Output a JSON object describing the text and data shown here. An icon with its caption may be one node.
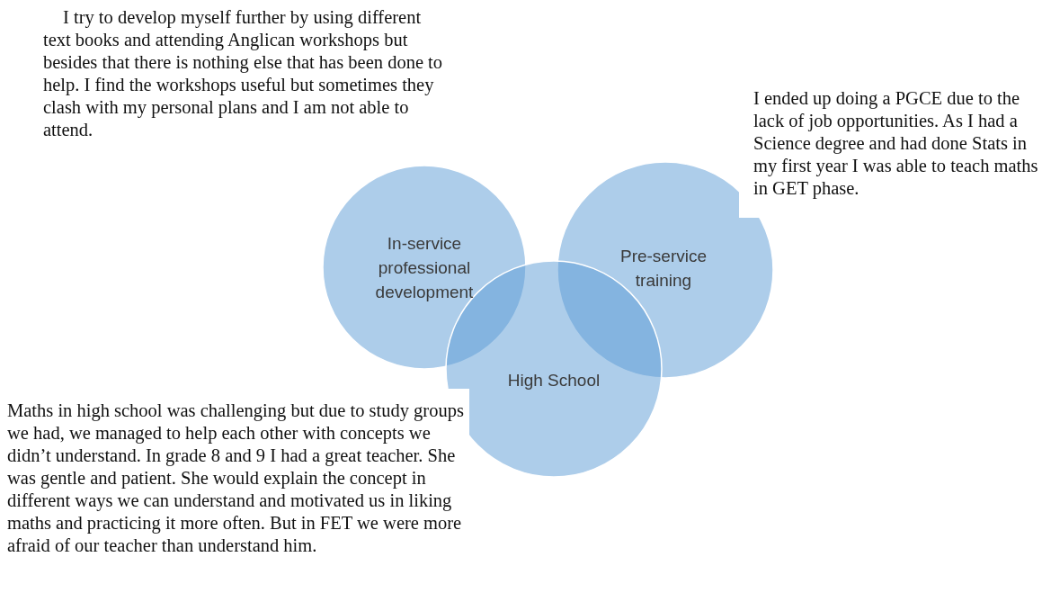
{
  "diagram": {
    "nodes": [
      {
        "text": [
          "In-service professional development"
        ],
        "beside": [
          "I try to develop myself further by using different text books and attending Anglican workshops but besides that there is nothing else that has been done to help. I find the workshops useful but sometimes they clash with my personal plans and I am not able to attend."
        ]
      },
      {
        "text": [
          "Pre-service training"
        ],
        "beside": [
          "I ended up doing a PGCE due to the lack of job opportunities. As I had a Science degree and had done Stats in my first year I was able to teach maths in GET phase."
        ]
      },
      {
        "text": [
          "High School"
        ],
        "beside": [
          "Maths in high school was challenging but due to study groups we had, we managed to help each other with concepts we didn’t understand. In grade 8 and 9 I had a great teacher. She was gentle and patient. She would explain the concept in different ways we can understand and motivated us in liking maths and practicing it more often. But in FET we were more afraid of our teacher than understand him."
        ]
      }
    ]
  }
}
